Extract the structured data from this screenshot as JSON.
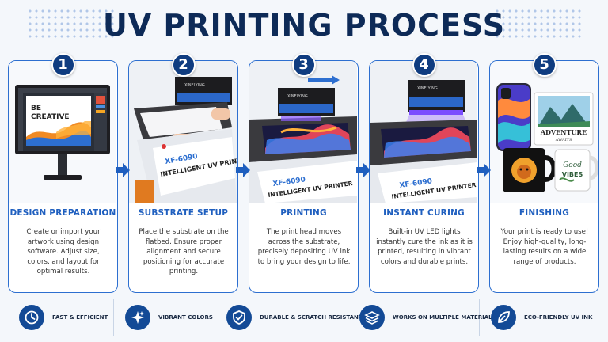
{
  "title": "UV PRINTING PROCESS",
  "steps": [
    {
      "number": "1",
      "title": "DESIGN PREPARATION",
      "text": "Create or import your artwork using design software. Adjust size, colors, and layout for optimal results.",
      "screen_text": "BE CREATIVE"
    },
    {
      "number": "2",
      "title": "SUBSTRATE SETUP",
      "text": "Place the substrate on the flatbed. Ensure proper alignment and secure positioning for accurate printing.",
      "printer_model": "XF-6090",
      "printer_label": "INTELLIGENT UV PRINTER",
      "brand": "XINFLYING"
    },
    {
      "number": "3",
      "title": "PRINTING",
      "text": "The print head moves across the substrate, precisely depositing UV ink to bring your design to life.",
      "printer_model": "XF-6090",
      "printer_label": "INTELLIGENT UV PRINTER",
      "brand": "XINFLYING"
    },
    {
      "number": "4",
      "title": "INSTANT CURING",
      "text": "Built-in UV LED lights instantly cure the ink as it is printed, resulting in vibrant colors and durable prints.",
      "printer_model": "XF-6090",
      "printer_label": "INTELLIGENT UV PRINTER",
      "brand": "XINFLYING"
    },
    {
      "number": "5",
      "title": "FINISHING",
      "text": "Your print is ready to use! Enjoy high-quality, long-lasting results on a wide range of products.",
      "product_text_1": "ADVENTURE",
      "product_text_2": "AWAITS",
      "mug_text_1": "Good",
      "mug_text_2": "VIBES"
    }
  ],
  "features": [
    {
      "label": "FAST & EFFICIENT",
      "icon": "clock-icon"
    },
    {
      "label": "VIBRANT COLORS",
      "icon": "sparkle-icon"
    },
    {
      "label": "DURABLE & SCRATCH RESISTANT",
      "icon": "shield-check-icon"
    },
    {
      "label": "WORKS ON MULTIPLE MATERIALS",
      "icon": "layers-icon"
    },
    {
      "label": "ECO-FRIENDLY UV INK",
      "icon": "leaf-icon"
    }
  ],
  "colors": {
    "title": "#0d2a57",
    "accent": "#1f5fbf",
    "badge": "#0f3c80",
    "border": "#2d6fd0",
    "uv": "#6a3cff"
  }
}
